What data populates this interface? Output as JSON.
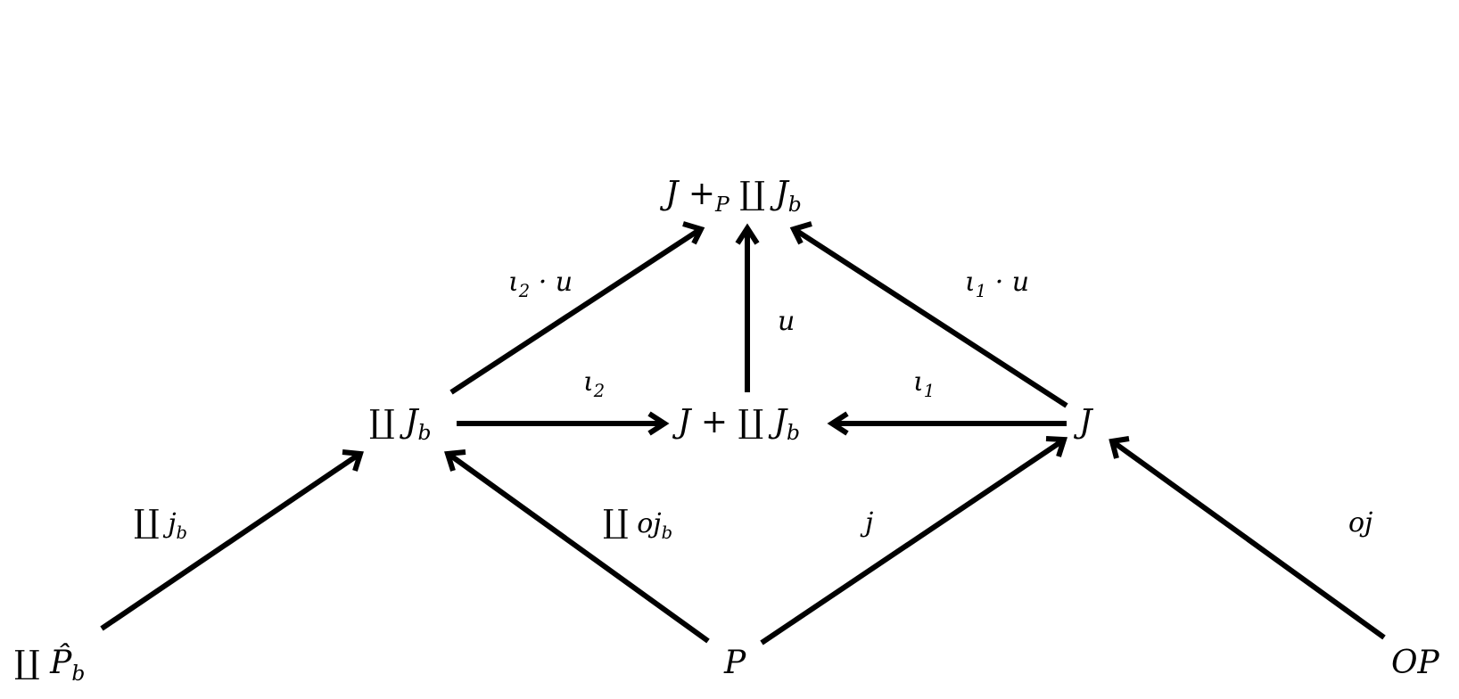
{
  "nodes": {
    "pushout": {
      "main": "J +",
      "sub1": "P",
      "coprod": "∐",
      "var": "J",
      "sub2": "b"
    },
    "coprod_J": {
      "coprod": "∐",
      "var": "J",
      "sub": "b"
    },
    "sum": {
      "main": "J + ",
      "coprod": "∐",
      "var": "J",
      "sub": "b"
    },
    "J": {
      "text": "J"
    },
    "coprod_P": {
      "coprod": "∐",
      "var": "P̂",
      "sub": "b"
    },
    "P": {
      "text": "P"
    },
    "OP": {
      "text": "OP"
    }
  },
  "labels": {
    "iota2_u": {
      "main": "ι",
      "sub": "2",
      "rest": " · u"
    },
    "iota1_u": {
      "main": "ι",
      "sub": "1",
      "rest": " · u"
    },
    "u": {
      "text": "u"
    },
    "iota2": {
      "main": "ι",
      "sub": "2"
    },
    "iota1": {
      "main": "ι",
      "sub": "1"
    },
    "coprod_jb": {
      "coprod": "∐",
      "var": "j",
      "sub": "b"
    },
    "coprod_ojb": {
      "coprod": "∐",
      "var": "oj",
      "sub": "b"
    },
    "j": {
      "text": "j"
    },
    "oj": {
      "text": "oj"
    }
  }
}
